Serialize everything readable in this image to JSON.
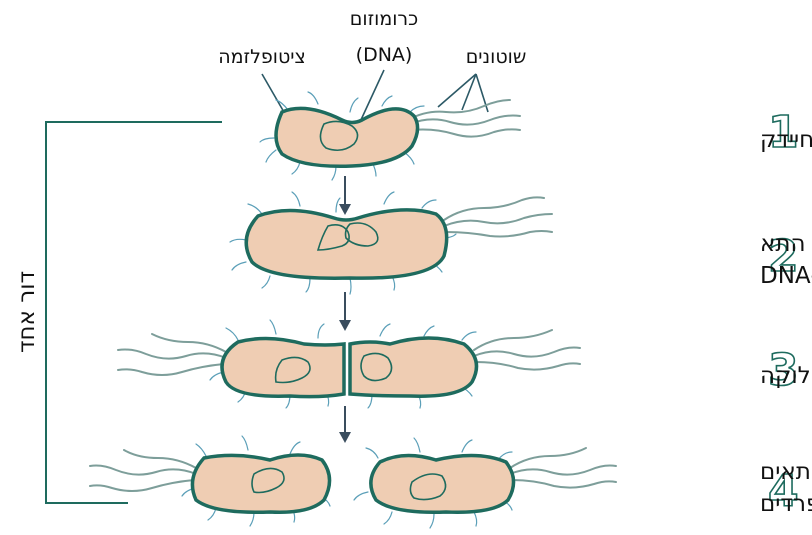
{
  "labels": {
    "cytoplasm": "ציטופלזמה",
    "chromosome_line1": "כרומוזום",
    "chromosome_line2": "(DNA)",
    "flagella": "שוטונים",
    "generation": "דור אחד"
  },
  "steps": [
    {
      "number": "1",
      "lines": [
        "תא חיידק"
      ]
    },
    {
      "number": "2",
      "lines": [
        "גדילת התא",
        "ושכפול ה-DNA"
      ]
    },
    {
      "number": "3",
      "lines": [
        "חלוקה"
      ]
    },
    {
      "number": "4",
      "lines": [
        "שני התאים",
        "נפרדים"
      ]
    }
  ],
  "colors": {
    "cell_fill": "#efcdb3",
    "cell_outline": "#1e6b5e",
    "flagella": "#7d9e9a",
    "pili": "#5b9fb8",
    "bracket": "#1e6b5e",
    "arrow": "#3a4d5e"
  }
}
